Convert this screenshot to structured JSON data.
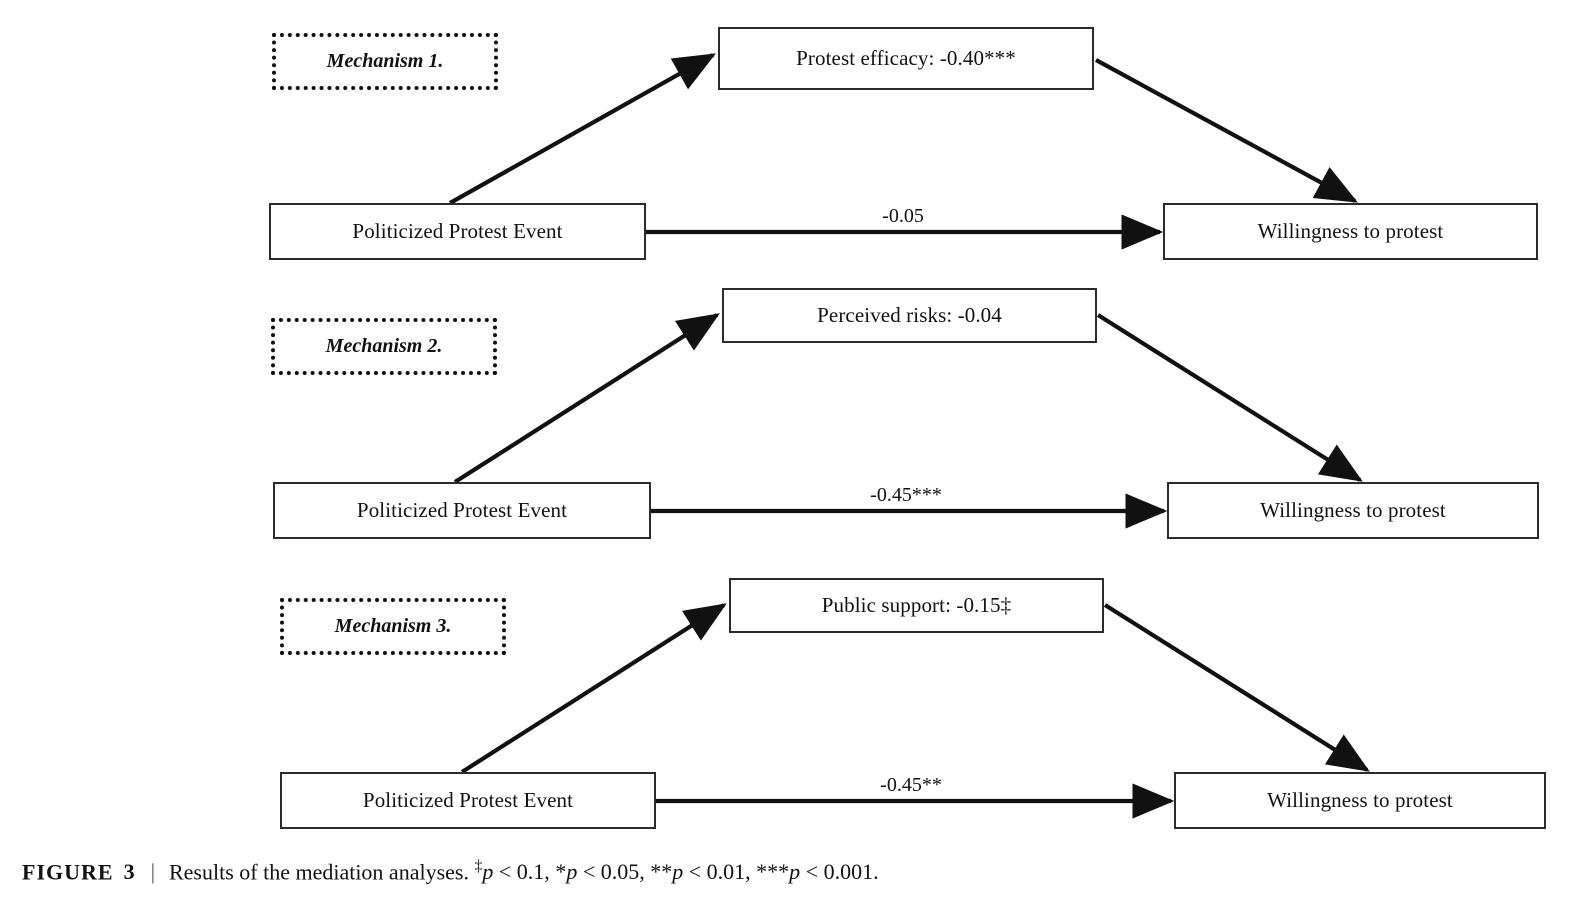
{
  "figure": {
    "label": "FIGURE",
    "number": "3",
    "separator": "|",
    "caption_text": "Results of the mediation analyses.",
    "significance_notes": [
      {
        "marker": "‡",
        "text": "p < 0.1"
      },
      {
        "marker": "*",
        "text": "p < 0.05"
      },
      {
        "marker": "**",
        "text": "p < 0.01"
      },
      {
        "marker": "***",
        "text": "p < 0.001"
      }
    ],
    "caption_full": "Results of the mediation analyses. ‡p < 0.1, *p < 0.05, **p < 0.01, ***p < 0.001."
  },
  "chart_data": {
    "type": "diagram",
    "title": "Results of the mediation analyses",
    "diagram_kind": "mediation-path-model",
    "rows": [
      {
        "mechanism_label": "Mechanism 1.",
        "predictor": "Politicized Protest Event",
        "mediator": "Protest efficacy: -0.40***",
        "mediator_name": "Protest efficacy",
        "mediator_coefficient": "-0.40***",
        "mediator_value": -0.4,
        "mediator_significance": "***",
        "outcome": "Willingness to protest",
        "direct_label": "-0.05",
        "direct_value": -0.05,
        "direct_significance": ""
      },
      {
        "mechanism_label": "Mechanism 2.",
        "predictor": "Politicized Protest Event",
        "mediator": "Perceived risks: -0.04",
        "mediator_name": "Perceived risks",
        "mediator_coefficient": "-0.04",
        "mediator_value": -0.04,
        "mediator_significance": "",
        "outcome": "Willingness to protest",
        "direct_label": "-0.45***",
        "direct_value": -0.45,
        "direct_significance": "***"
      },
      {
        "mechanism_label": "Mechanism 3.",
        "predictor": "Politicized Protest Event",
        "mediator": "Public support: -0.15‡",
        "mediator_name": "Public support",
        "mediator_coefficient": "-0.15‡",
        "mediator_value": -0.15,
        "mediator_significance": "‡",
        "outcome": "Willingness to protest",
        "direct_label": "-0.45**",
        "direct_value": -0.45,
        "direct_significance": "**"
      }
    ],
    "edges": [
      {
        "from": "Politicized Protest Event",
        "to": "Protest efficacy: -0.40***",
        "row": 1,
        "kind": "a-path"
      },
      {
        "from": "Protest efficacy: -0.40***",
        "to": "Willingness to protest",
        "row": 1,
        "kind": "b-path"
      },
      {
        "from": "Politicized Protest Event",
        "to": "Willingness to protest",
        "row": 1,
        "kind": "direct",
        "label": "-0.05"
      },
      {
        "from": "Politicized Protest Event",
        "to": "Perceived risks: -0.04",
        "row": 2,
        "kind": "a-path"
      },
      {
        "from": "Perceived risks: -0.04",
        "to": "Willingness to protest",
        "row": 2,
        "kind": "b-path"
      },
      {
        "from": "Politicized Protest Event",
        "to": "Willingness to protest",
        "row": 2,
        "kind": "direct",
        "label": "-0.45***"
      },
      {
        "from": "Politicized Protest Event",
        "to": "Public support: -0.15‡",
        "row": 3,
        "kind": "a-path"
      },
      {
        "from": "Public support: -0.15‡",
        "to": "Willingness to protest",
        "row": 3,
        "kind": "b-path"
      },
      {
        "from": "Politicized Protest Event",
        "to": "Willingness to protest",
        "row": 3,
        "kind": "direct",
        "label": "-0.45**"
      }
    ],
    "colors": {
      "background": "#ffffff",
      "box_border": "#2b2b2b",
      "mechanism_border": "#111111",
      "arrow": "#111111",
      "text": "#111111"
    }
  }
}
